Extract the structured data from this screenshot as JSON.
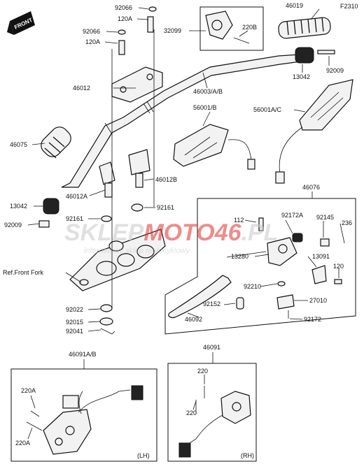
{
  "figure_code": "F2310",
  "front_label": "FRONT",
  "watermark": {
    "brand_left": "SKLEP",
    "brand_mid": "MOTO",
    "brand_num": "46",
    "brand_right": ".PL",
    "tagline": "internetowy sklep motocyklowy",
    "color_red": "#e0312b",
    "color_grey": "#c8c8c8"
  },
  "labels": {
    "p92066a": "92066",
    "p120a_top": "120A",
    "p92066b": "92066",
    "p120a_b": "120A",
    "p32099": "32099",
    "p220b": "220B",
    "p46019": "46019",
    "p46012": "46012",
    "p46003": "46003/A/B",
    "p13042_r": "13042",
    "p92009_r": "92009",
    "p56001b": "56001/B",
    "p56001ac": "56001A/C",
    "p46075": "46075",
    "p46012a": "46012A",
    "p46012b": "46012B",
    "p13042_l": "13042",
    "p92009_l": "92009",
    "p92161_l": "92161",
    "p92161_r": "92161",
    "ref_front_fork": "Ref.Front Fork",
    "p92022": "92022",
    "p92015": "92015",
    "p92041": "92041",
    "p46076": "46076",
    "p112": "112",
    "p92172a": "92172A",
    "p92145": "92145",
    "p236": "236",
    "p13280": "13280",
    "p13091": "13091",
    "p120": "120",
    "p92210": "92210",
    "p92152": "92152",
    "p27010": "27010",
    "p46092": "46092",
    "p92172": "92172",
    "p46091ab": "46091A/B",
    "p220a_1": "220A",
    "p220a_2": "220A",
    "lh": "(LH)",
    "p46091": "46091",
    "p220_1": "220",
    "p220_2": "220",
    "rh": "(RH)"
  }
}
